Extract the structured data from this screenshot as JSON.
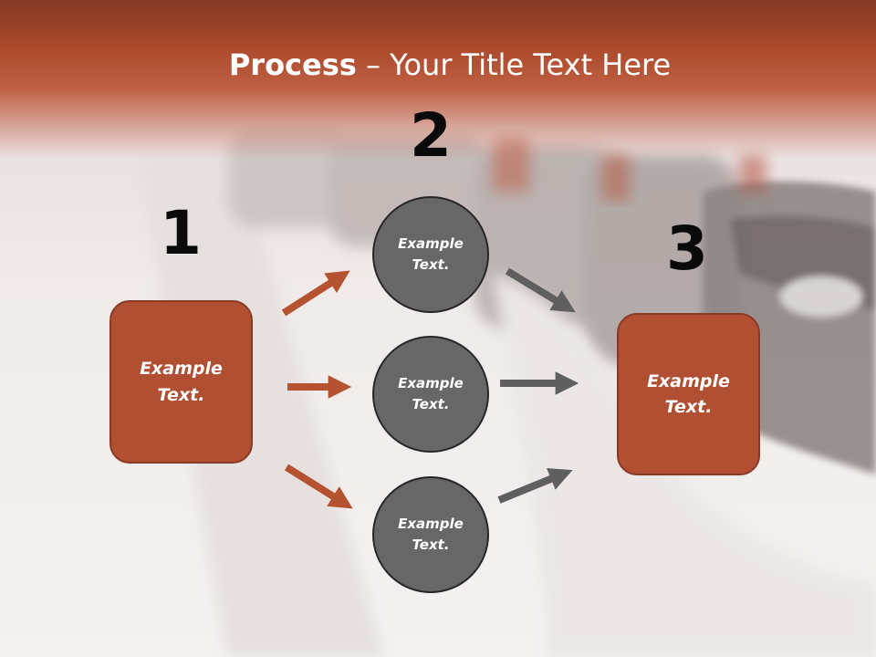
{
  "title": {
    "bold": "Process",
    "rest": " – Your Title Text Here"
  },
  "steps": {
    "n1": "1",
    "n2": "2",
    "n3": "3"
  },
  "box_left": "Example\nText.",
  "box_right": "Example\nText.",
  "circles": [
    "Example\nText.",
    "Example\nText.",
    "Example\nText."
  ],
  "colors": {
    "accent": "#b14f32",
    "circle": "#676767",
    "arrow_left": "#b5522f",
    "arrow_right": "#5f5f5f"
  }
}
